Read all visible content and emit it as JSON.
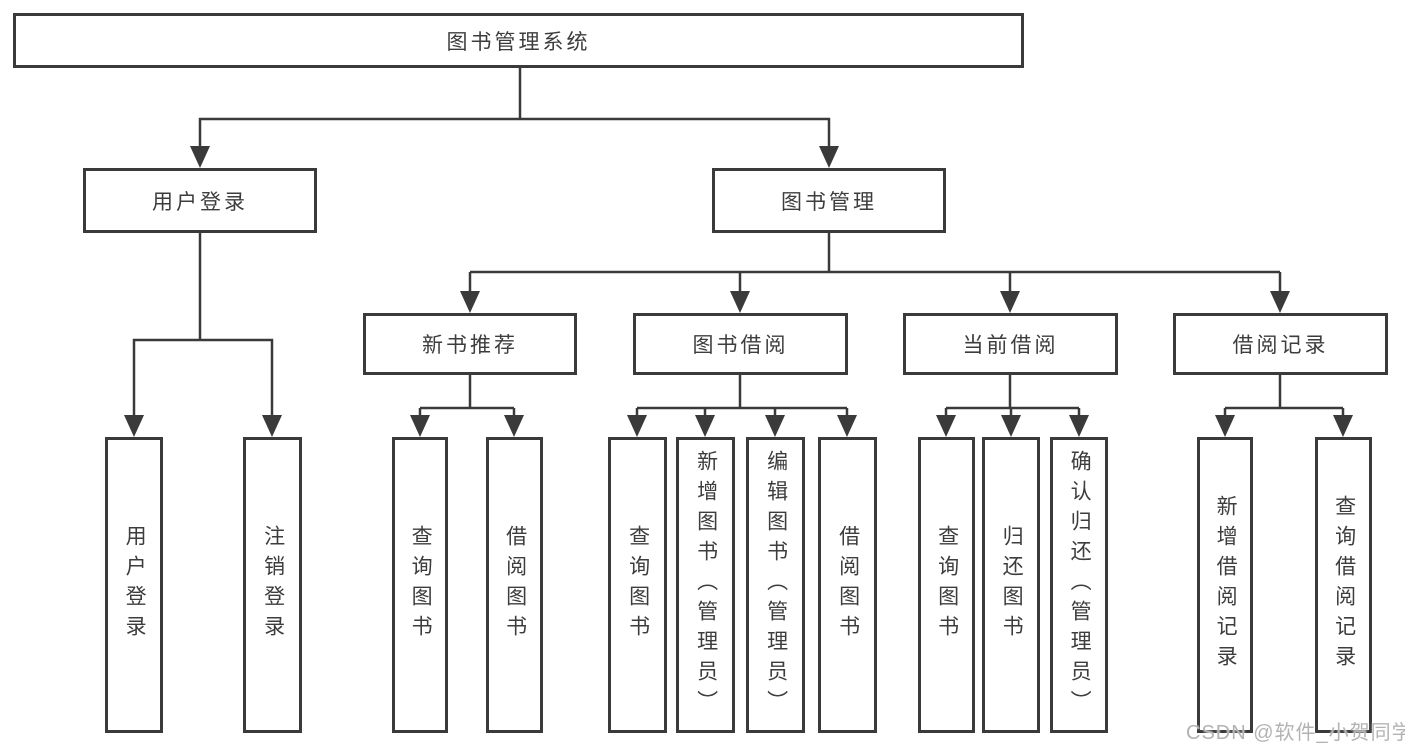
{
  "colors": {
    "line": "#3a3a3a",
    "text": "#3d3d3d",
    "watermark_text": "#b3b3b3",
    "background": "#ffffff"
  },
  "watermark": "CSDN @软件_小贺同学",
  "diagram": {
    "root": "图书管理系统",
    "branches": [
      {
        "label": "用户登录",
        "children": [
          "用户登录",
          "注销登录"
        ]
      },
      {
        "label": "图书管理",
        "sections": [
          {
            "label": "新书推荐",
            "children": [
              "查询图书",
              "借阅图书"
            ]
          },
          {
            "label": "图书借阅",
            "children": [
              "查询图书",
              "新增图书（管理员）",
              "编辑图书（管理员）",
              "借阅图书"
            ]
          },
          {
            "label": "当前借阅",
            "children": [
              "查询图书",
              "归还图书",
              "确认归还（管理员）"
            ]
          },
          {
            "label": "借阅记录",
            "children": [
              "新增借阅记录",
              "查询借阅记录"
            ]
          }
        ]
      }
    ]
  }
}
